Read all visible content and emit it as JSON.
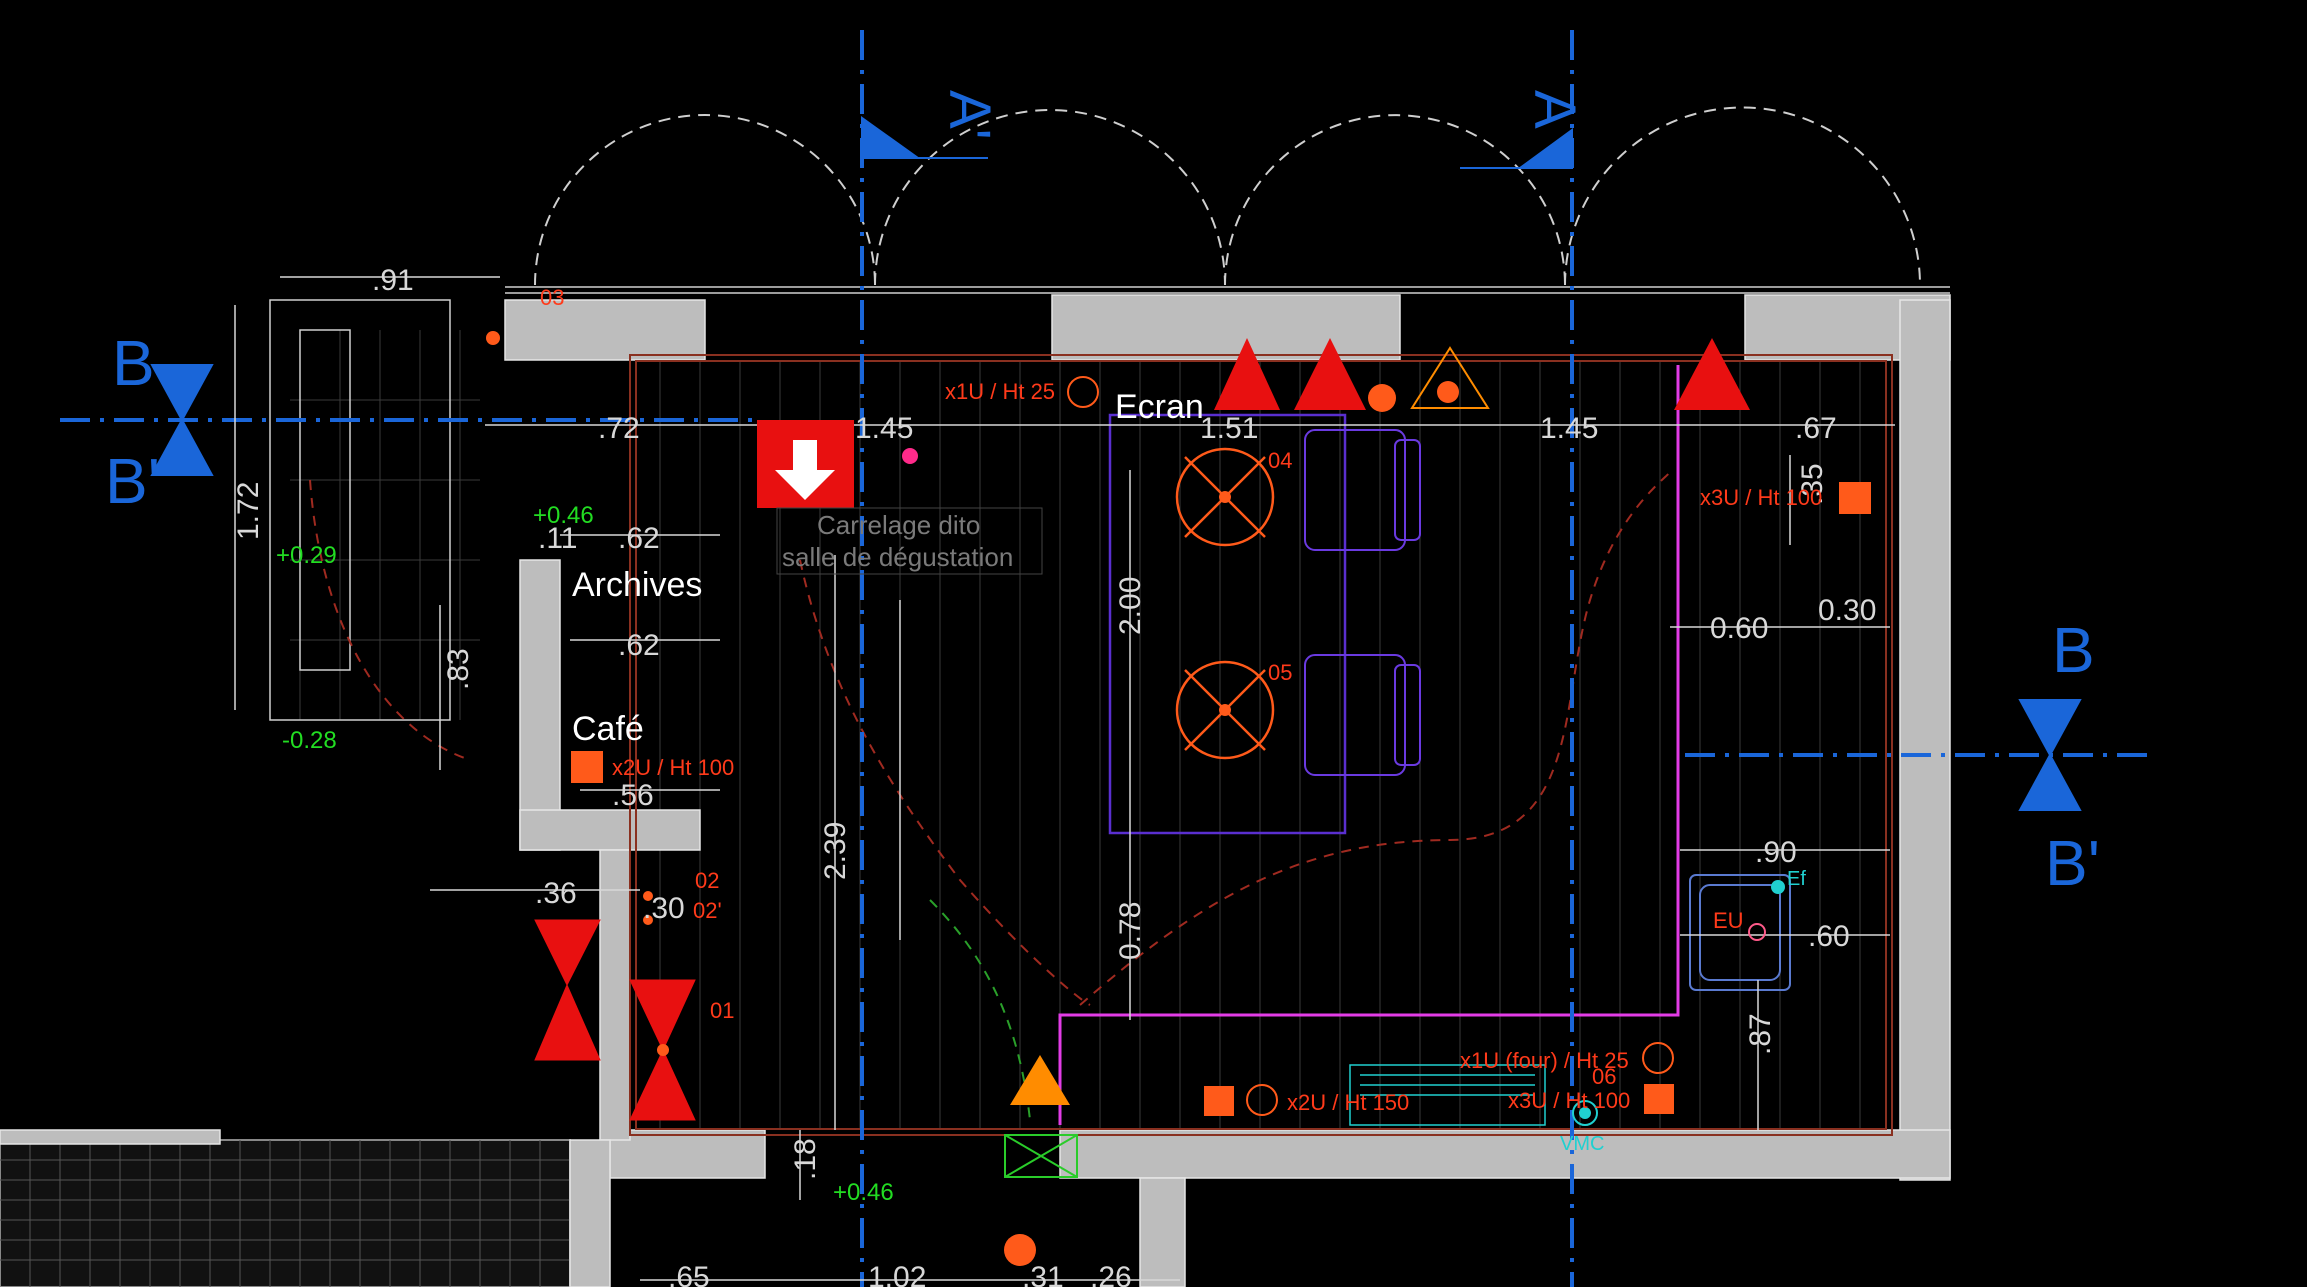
{
  "colors": {
    "background": "#000000",
    "wall": "#bdbdbd",
    "axis": "#1a66d9",
    "dimension": "#d8d8d8",
    "electrical": "#ff3a1a",
    "level": "#22dd22",
    "partition": "#e23ce6",
    "furniture": "#5a2fd0",
    "pipe": "#20d0d0",
    "hatch": "#4a4a4a",
    "emergency": "#e81010",
    "warning": "#ff8c00"
  },
  "section_marks": {
    "a_left": "A'",
    "a_right": "A",
    "b_left_top": "B",
    "b_left_bottom": "B'",
    "b_right_top": "B",
    "b_right_bottom": "B'"
  },
  "rooms": {
    "archives": "Archives",
    "cafe": "Café",
    "screen": "Ecran"
  },
  "notes": {
    "tile_line1": "Carrelage dito",
    "tile_line2": "salle de dégustation"
  },
  "dimensions": {
    "d091": ".91",
    "d072": ".72",
    "d172": "1.72",
    "d062a": ".62",
    "d062b": ".62",
    "d083": ".83",
    "d056": ".56",
    "d036": ".36",
    "d030": ".30",
    "d145a": "1.45",
    "d151": "1.51",
    "d145b": "1.45",
    "d067": ".67",
    "d035": ".35",
    "d060a": "0.60",
    "d030b": "0.30",
    "d200": "2.00",
    "d239": "2.39",
    "d078": "0.78",
    "d090": ".90",
    "d060b": ".60",
    "d087": ".87",
    "d018": ".18",
    "d065": ".65",
    "d102": "1.02",
    "d031": ".31",
    "d026": ".26",
    "d011": ".11"
  },
  "levels": {
    "l1": "+0.29",
    "l2": "-0.28",
    "l3": "+0.46",
    "l4": "+0.46"
  },
  "electrical": {
    "x1u_ht25": "x1U / Ht 25",
    "x3u_ht100_right": "x3U / Ht 100",
    "x2u_ht100": "x2U / Ht 100",
    "x1u_four": "x1U (four) / Ht 25",
    "x3u_ht100_bottom": "x3U / Ht 100",
    "x2u_ht150": "x2U / Ht 150",
    "c03": "03",
    "c04": "04",
    "c05": "05",
    "c02": "02",
    "c02b": "02'",
    "c01": "01",
    "c06": "06"
  },
  "fixtures": {
    "eu": "EU",
    "ef": "Ef",
    "vmc": "VMC"
  }
}
